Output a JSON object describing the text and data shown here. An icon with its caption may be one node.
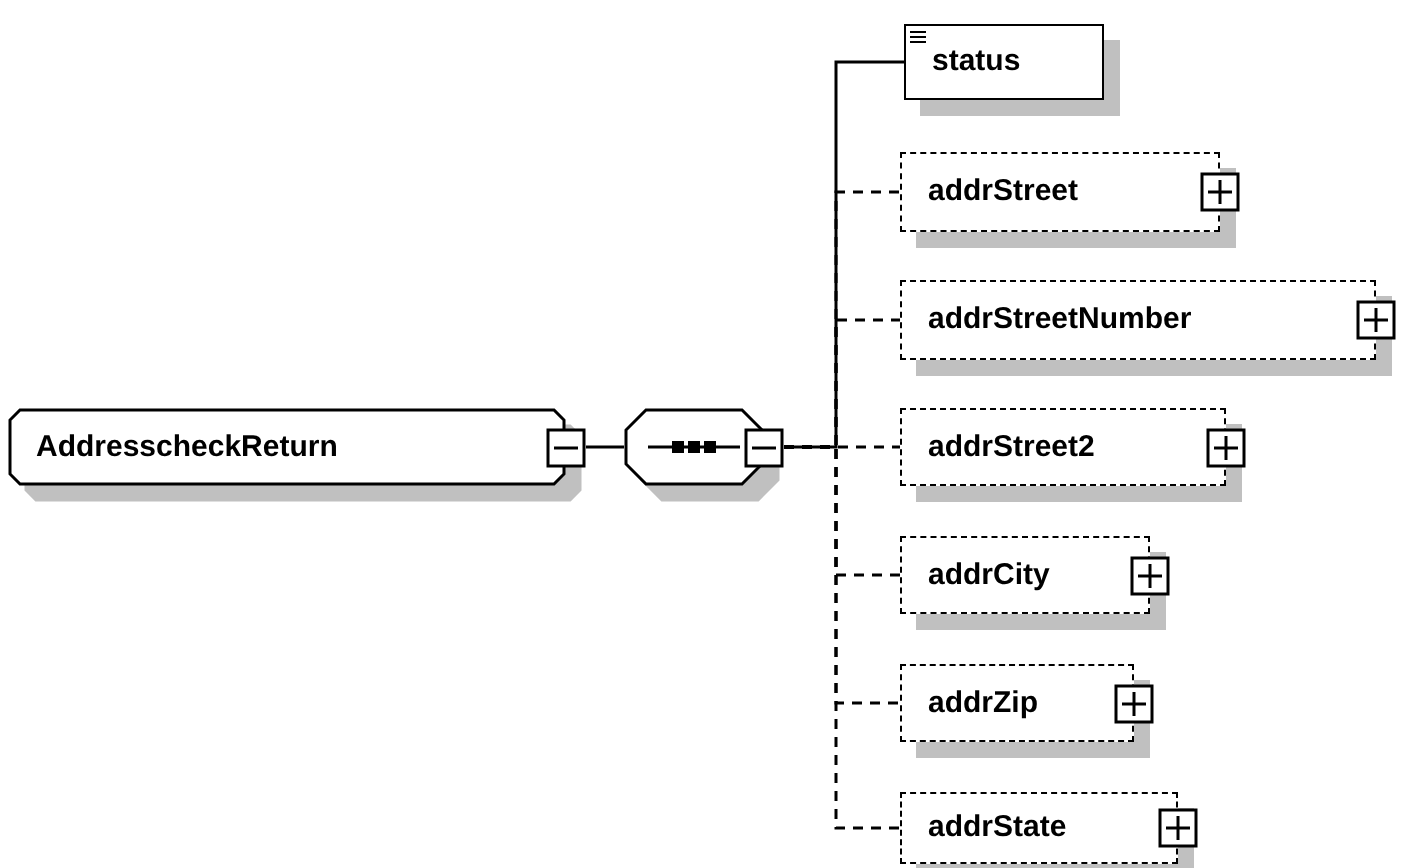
{
  "diagram": {
    "nodes": [
      {
        "text": [
          "AddresscheckReturn"
        ]
      },
      {
        "text": [],
        "shape": "octagon"
      },
      {
        "text": [
          "status"
        ]
      },
      {
        "text": [
          "addrStreet"
        ]
      },
      {
        "text": [
          "addrStreetNumber"
        ]
      },
      {
        "text": [
          "addrStreet2"
        ]
      },
      {
        "text": [
          "addrCity"
        ]
      },
      {
        "text": [
          "addrZip"
        ]
      },
      {
        "text": [
          "addrState"
        ]
      }
    ],
    "edges": [
      {
        "from": 0,
        "to": 1,
        "arrow": "none"
      },
      {
        "from": 1,
        "to": 2,
        "arrow": "none"
      },
      {
        "from": 1,
        "to": 3,
        "arrow": "none",
        "style": "dashed"
      },
      {
        "from": 1,
        "to": 4,
        "arrow": "none",
        "style": "dashed"
      },
      {
        "from": 1,
        "to": 5,
        "arrow": "none",
        "style": "dashed"
      },
      {
        "from": 1,
        "to": 6,
        "arrow": "none",
        "style": "dashed"
      },
      {
        "from": 1,
        "to": 7,
        "arrow": "none",
        "style": "dashed"
      },
      {
        "from": 1,
        "to": 8,
        "arrow": "none",
        "style": "dashed"
      }
    ]
  }
}
